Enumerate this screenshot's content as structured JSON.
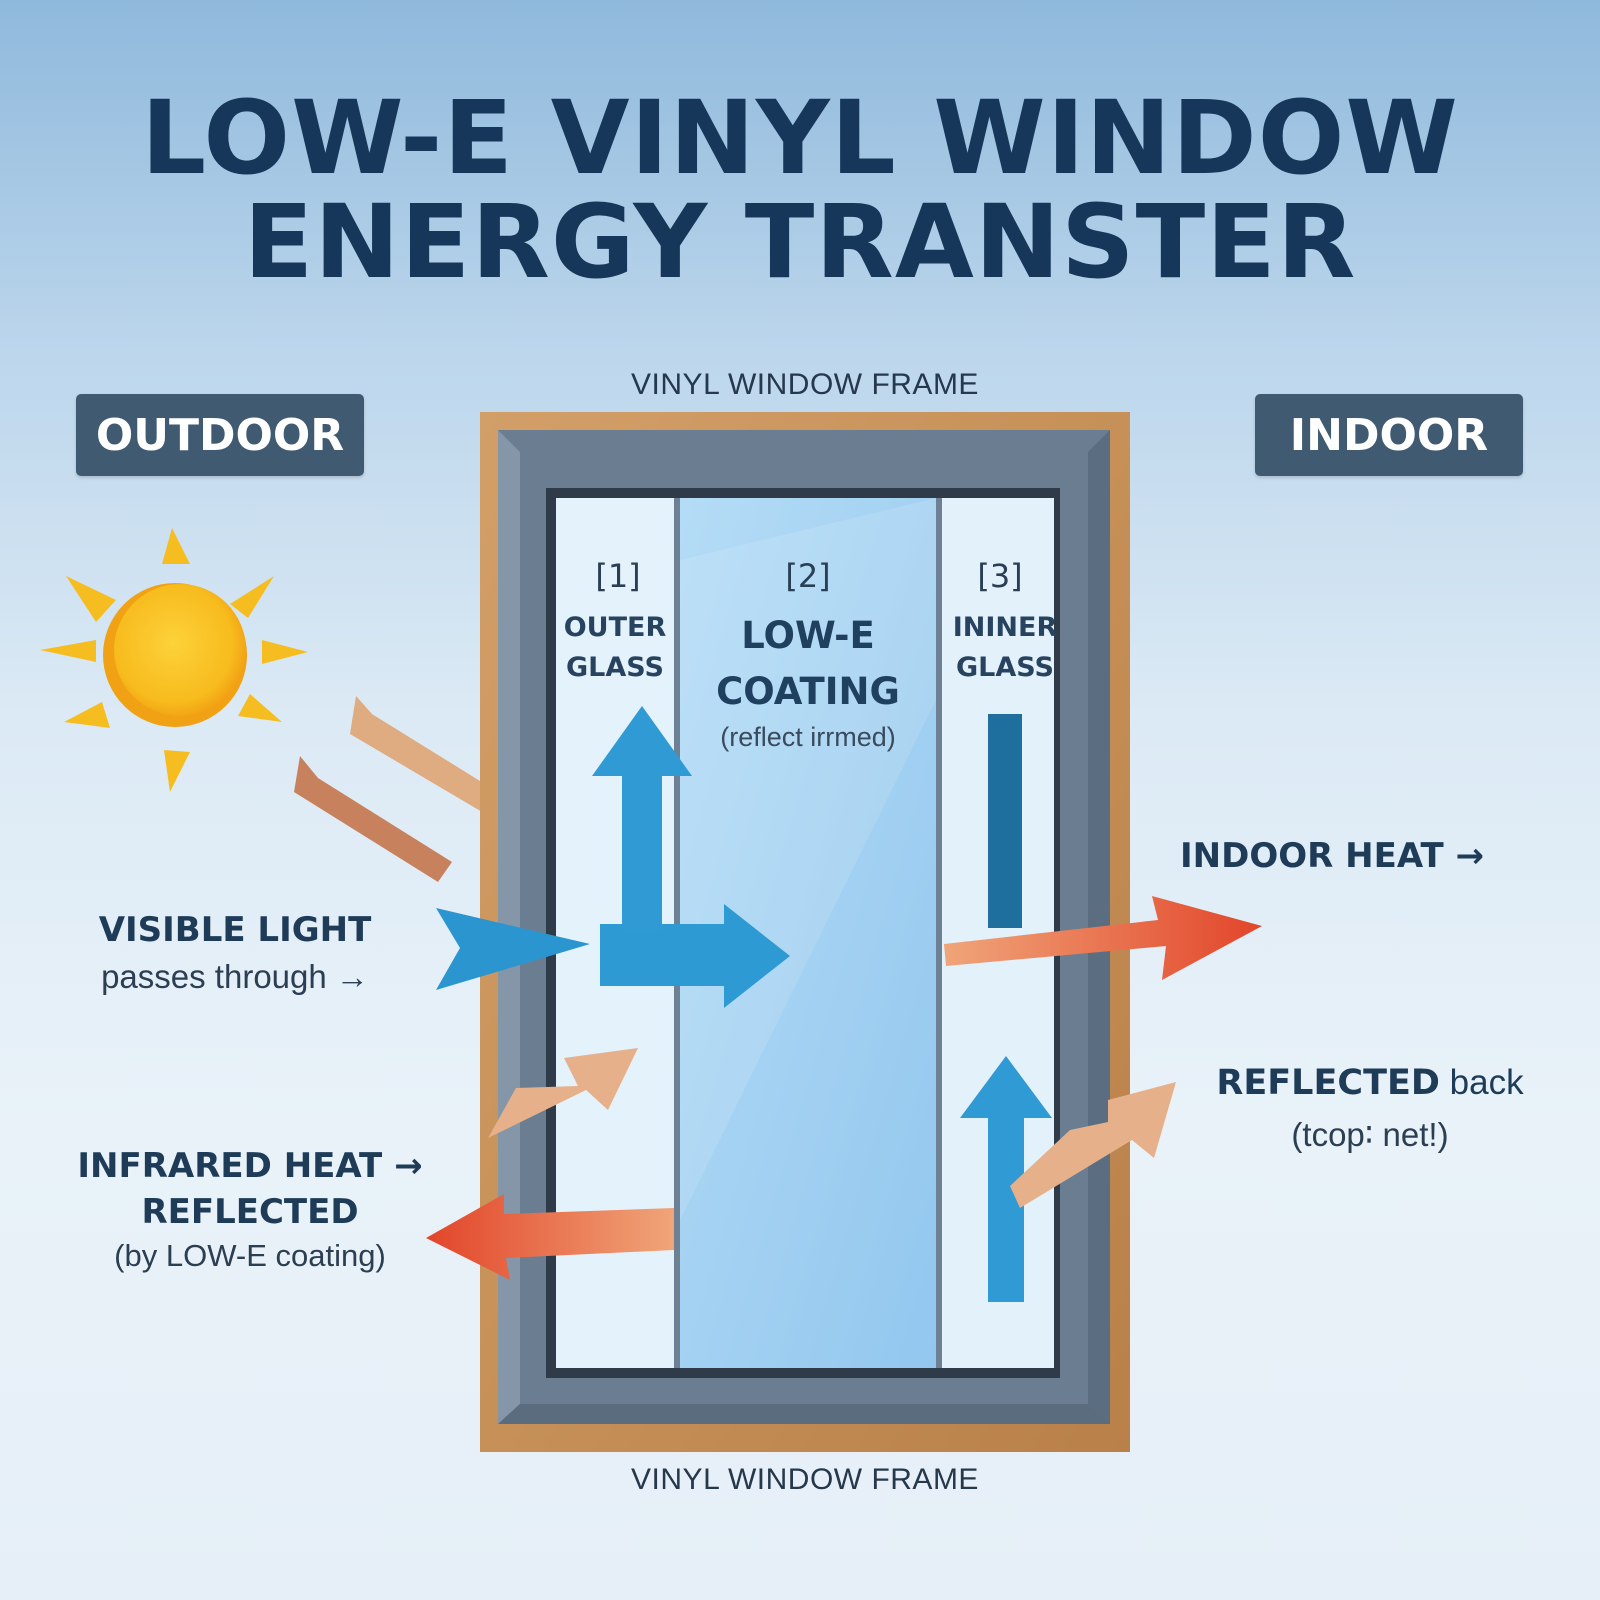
{
  "title": {
    "line1": "LOW-E VINYL WINDOW",
    "line2": "ENERGY TRANSTER"
  },
  "frame": {
    "top_label": "VINYL WINDOW FRAME",
    "bottom_label": "VINYL WINDOW FRAME"
  },
  "sides": {
    "outdoor": "OUTDOOR",
    "indoor": "INDOOR"
  },
  "panes": [
    {
      "number": "[1]",
      "name_line1": "OUTER",
      "name_line2": "GLASS"
    },
    {
      "number": "[2]",
      "name_line1": "LOW-E",
      "name_line2": "COATING",
      "note": "(reflect irrmed)"
    },
    {
      "number": "[3]",
      "name_line1": "ININER",
      "name_line2": "GLASS"
    }
  ],
  "left_labels": {
    "visible_light": {
      "title": "VISIBLE LIGHT",
      "sub": "passes through →"
    },
    "infrared": {
      "title_line1": "INFRARED HEAT →",
      "title_line2": "REFLECTED",
      "sub": "(by LOW-E coating)"
    }
  },
  "right_labels": {
    "indoor_heat": "INDOOR HEAT →",
    "reflected": {
      "title_bold": "REFLECTED",
      "title_rest": " back",
      "sub": "(tcop∶ net!)"
    }
  },
  "colors": {
    "title": "#17375a",
    "badge": "#3f5a71",
    "frame_wood": "#c8925a",
    "frame_vinyl": "#6f8296",
    "glass": "#dcedf8",
    "lowe_glass": "#a7d3f2",
    "visible_arrow": "#2b97d0",
    "infrared_arrow": "#e05134",
    "solar_arrow": "#dca27a",
    "sun": "#f6b51d"
  }
}
